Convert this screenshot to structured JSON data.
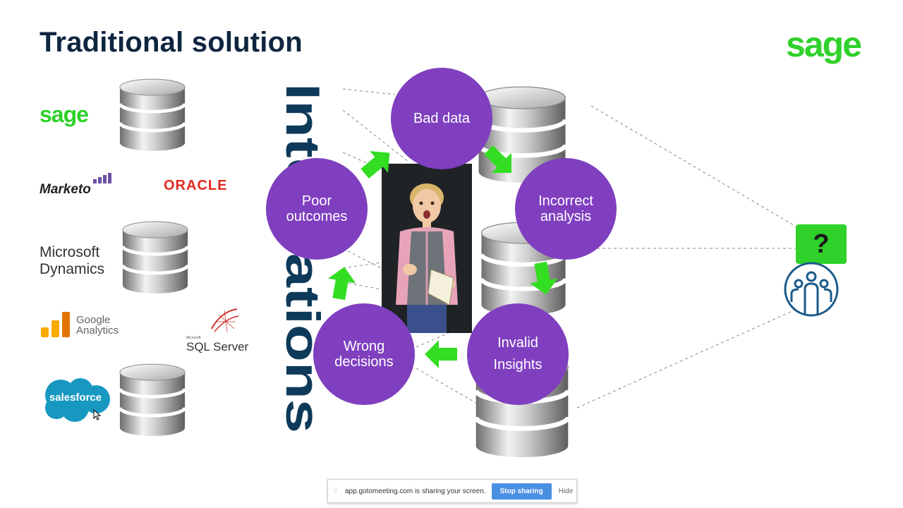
{
  "slide": {
    "title": "Traditional solution",
    "brand": "sage",
    "integrations_label": "Integrations"
  },
  "sources": {
    "sage": "sage",
    "marketo": "Marketo",
    "oracle": "ORACLE",
    "microsoft_dynamics": [
      "Microsoft",
      "Dynamics"
    ],
    "google_analytics": [
      "Google",
      "Analytics"
    ],
    "sql_server_small": "Microsoft",
    "sql_server": "SQL Server",
    "salesforce": "salesforce"
  },
  "cycle": {
    "bad_data": "Bad data",
    "incorrect_analysis": [
      "Incorrect",
      "analysis"
    ],
    "invalid_insights": [
      "Invalid",
      "Insights"
    ],
    "wrong_decisions": [
      "Wrong",
      "decisions"
    ],
    "poor_outcomes": [
      "Poor",
      "outcomes"
    ]
  },
  "user_question": "?",
  "share_bar": {
    "message": "app.gotomeeting.com is sharing your screen.",
    "stop_label": "Stop sharing",
    "hide_label": "Hide"
  },
  "colors": {
    "title": "#0f2540",
    "sage_green": "#2fd12a",
    "circle_purple": "#7f3fbf",
    "arrow_green": "#33dd22",
    "integrations_text": "#0e3a5a",
    "user_icon": "#1a5a8a"
  },
  "icons": [
    "database-icon",
    "question-icon",
    "user-group-icon",
    "cursor-icon",
    "cycle-arrow-icon"
  ]
}
